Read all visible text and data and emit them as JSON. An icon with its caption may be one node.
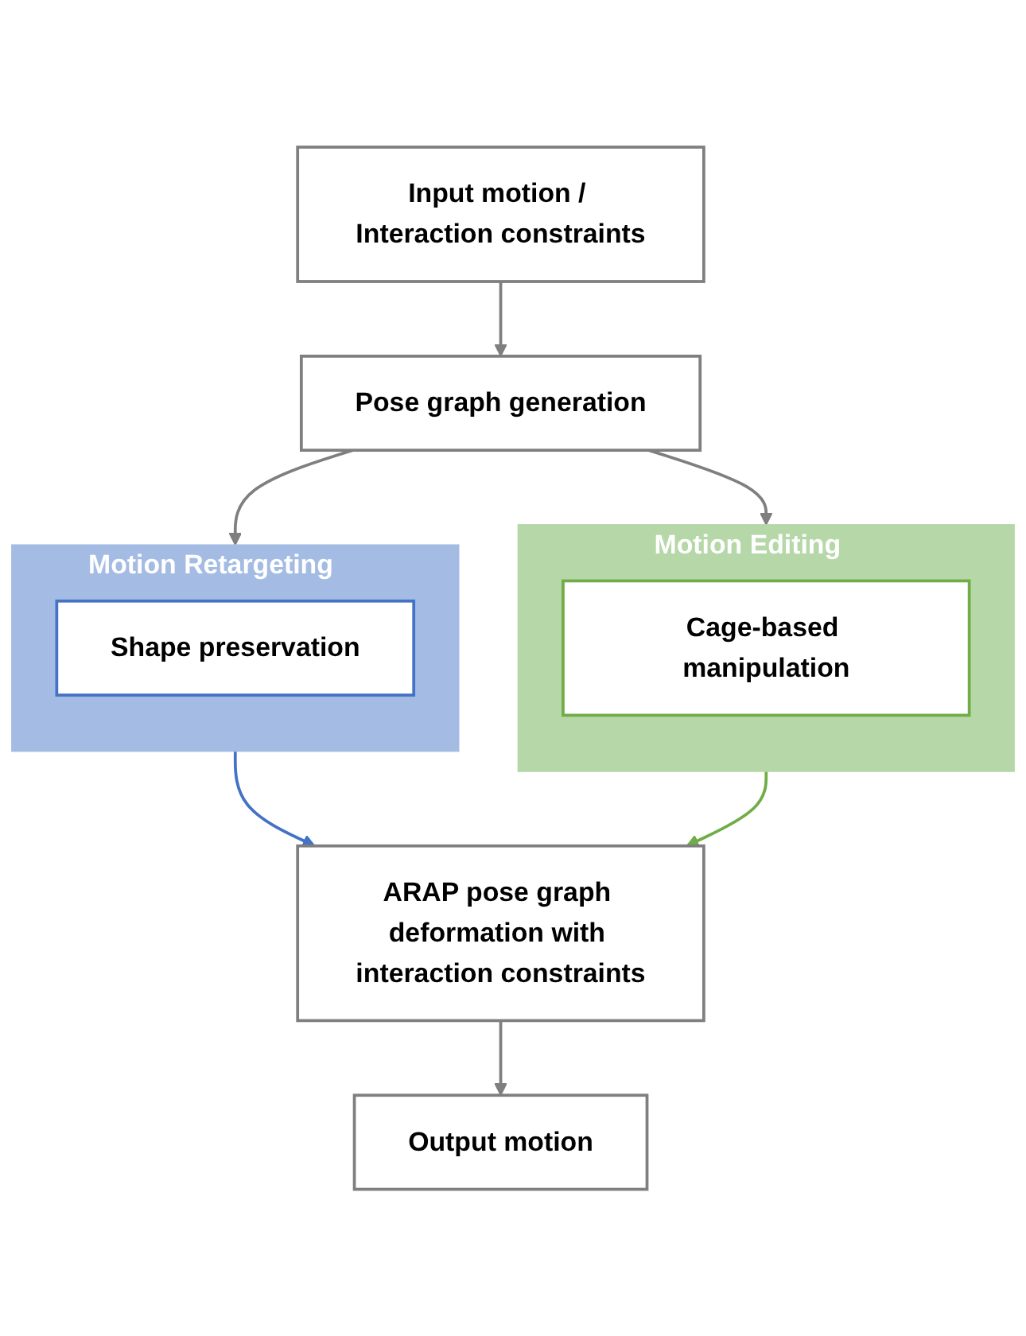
{
  "diagram": {
    "nodes": [
      {
        "text": [
          "Input motion / Interaction constraints"
        ]
      },
      {
        "text": [
          "Pose graph generation"
        ]
      },
      {
        "text": [
          "Motion Retargeting"
        ]
      },
      {
        "text": [
          "Shape preservation"
        ],
        "in": 2
      },
      {
        "text": [
          "Motion Editing"
        ]
      },
      {
        "text": [
          "Cage-based manipulation"
        ],
        "in": 4
      },
      {
        "text": [
          "ARAP pose graph deformation with interaction constraints"
        ]
      },
      {
        "text": [
          "Output motion"
        ]
      }
    ],
    "edges": [
      {
        "from": 0,
        "to": 1,
        "arrow": "to"
      },
      {
        "from": 1,
        "to": 2,
        "arrow": "to"
      },
      {
        "from": 1,
        "to": 4,
        "arrow": "to"
      },
      {
        "from": 2,
        "to": 6,
        "arrow": "to",
        "color": "#4472c4"
      },
      {
        "from": 4,
        "to": 6,
        "arrow": "to",
        "color": "#70ad47"
      },
      {
        "from": 6,
        "to": 7,
        "arrow": "to"
      }
    ]
  }
}
